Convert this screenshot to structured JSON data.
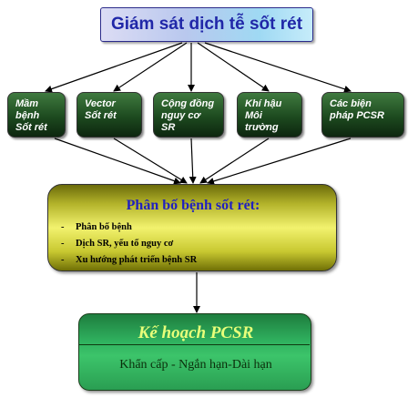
{
  "top_node": {
    "label": "Giám sát dịch tễ sốt rét"
  },
  "factors": [
    {
      "lines": [
        "Mầm",
        "bệnh",
        "Sốt rét"
      ]
    },
    {
      "lines": [
        "Vector",
        "Sốt rét"
      ]
    },
    {
      "lines": [
        "Cộng đồng",
        "nguy cơ SR"
      ]
    },
    {
      "lines": [
        "Khí hậu",
        "Môi trường"
      ]
    },
    {
      "lines": [
        "Các biện",
        "pháp PCSR"
      ]
    }
  ],
  "distribution": {
    "title": "Phân bố bệnh sốt rét:",
    "bullet": "-",
    "items": [
      "Phân bố bệnh",
      "Dịch SR, yếu tố nguy cơ",
      "Xu hướng phát triển  bệnh SR"
    ]
  },
  "plan": {
    "title": "Kế hoạch PCSR",
    "subtitle": "Khẩn cấp - Ngắn hạn-Dài hạn"
  },
  "colors": {
    "top_text": "#2027a8",
    "factor_box": "#1d4a1f",
    "distribution_box": "#e0e050",
    "distribution_title": "#2020c0",
    "plan_box": "#2fb05e",
    "plan_title": "#e8ff7a"
  }
}
